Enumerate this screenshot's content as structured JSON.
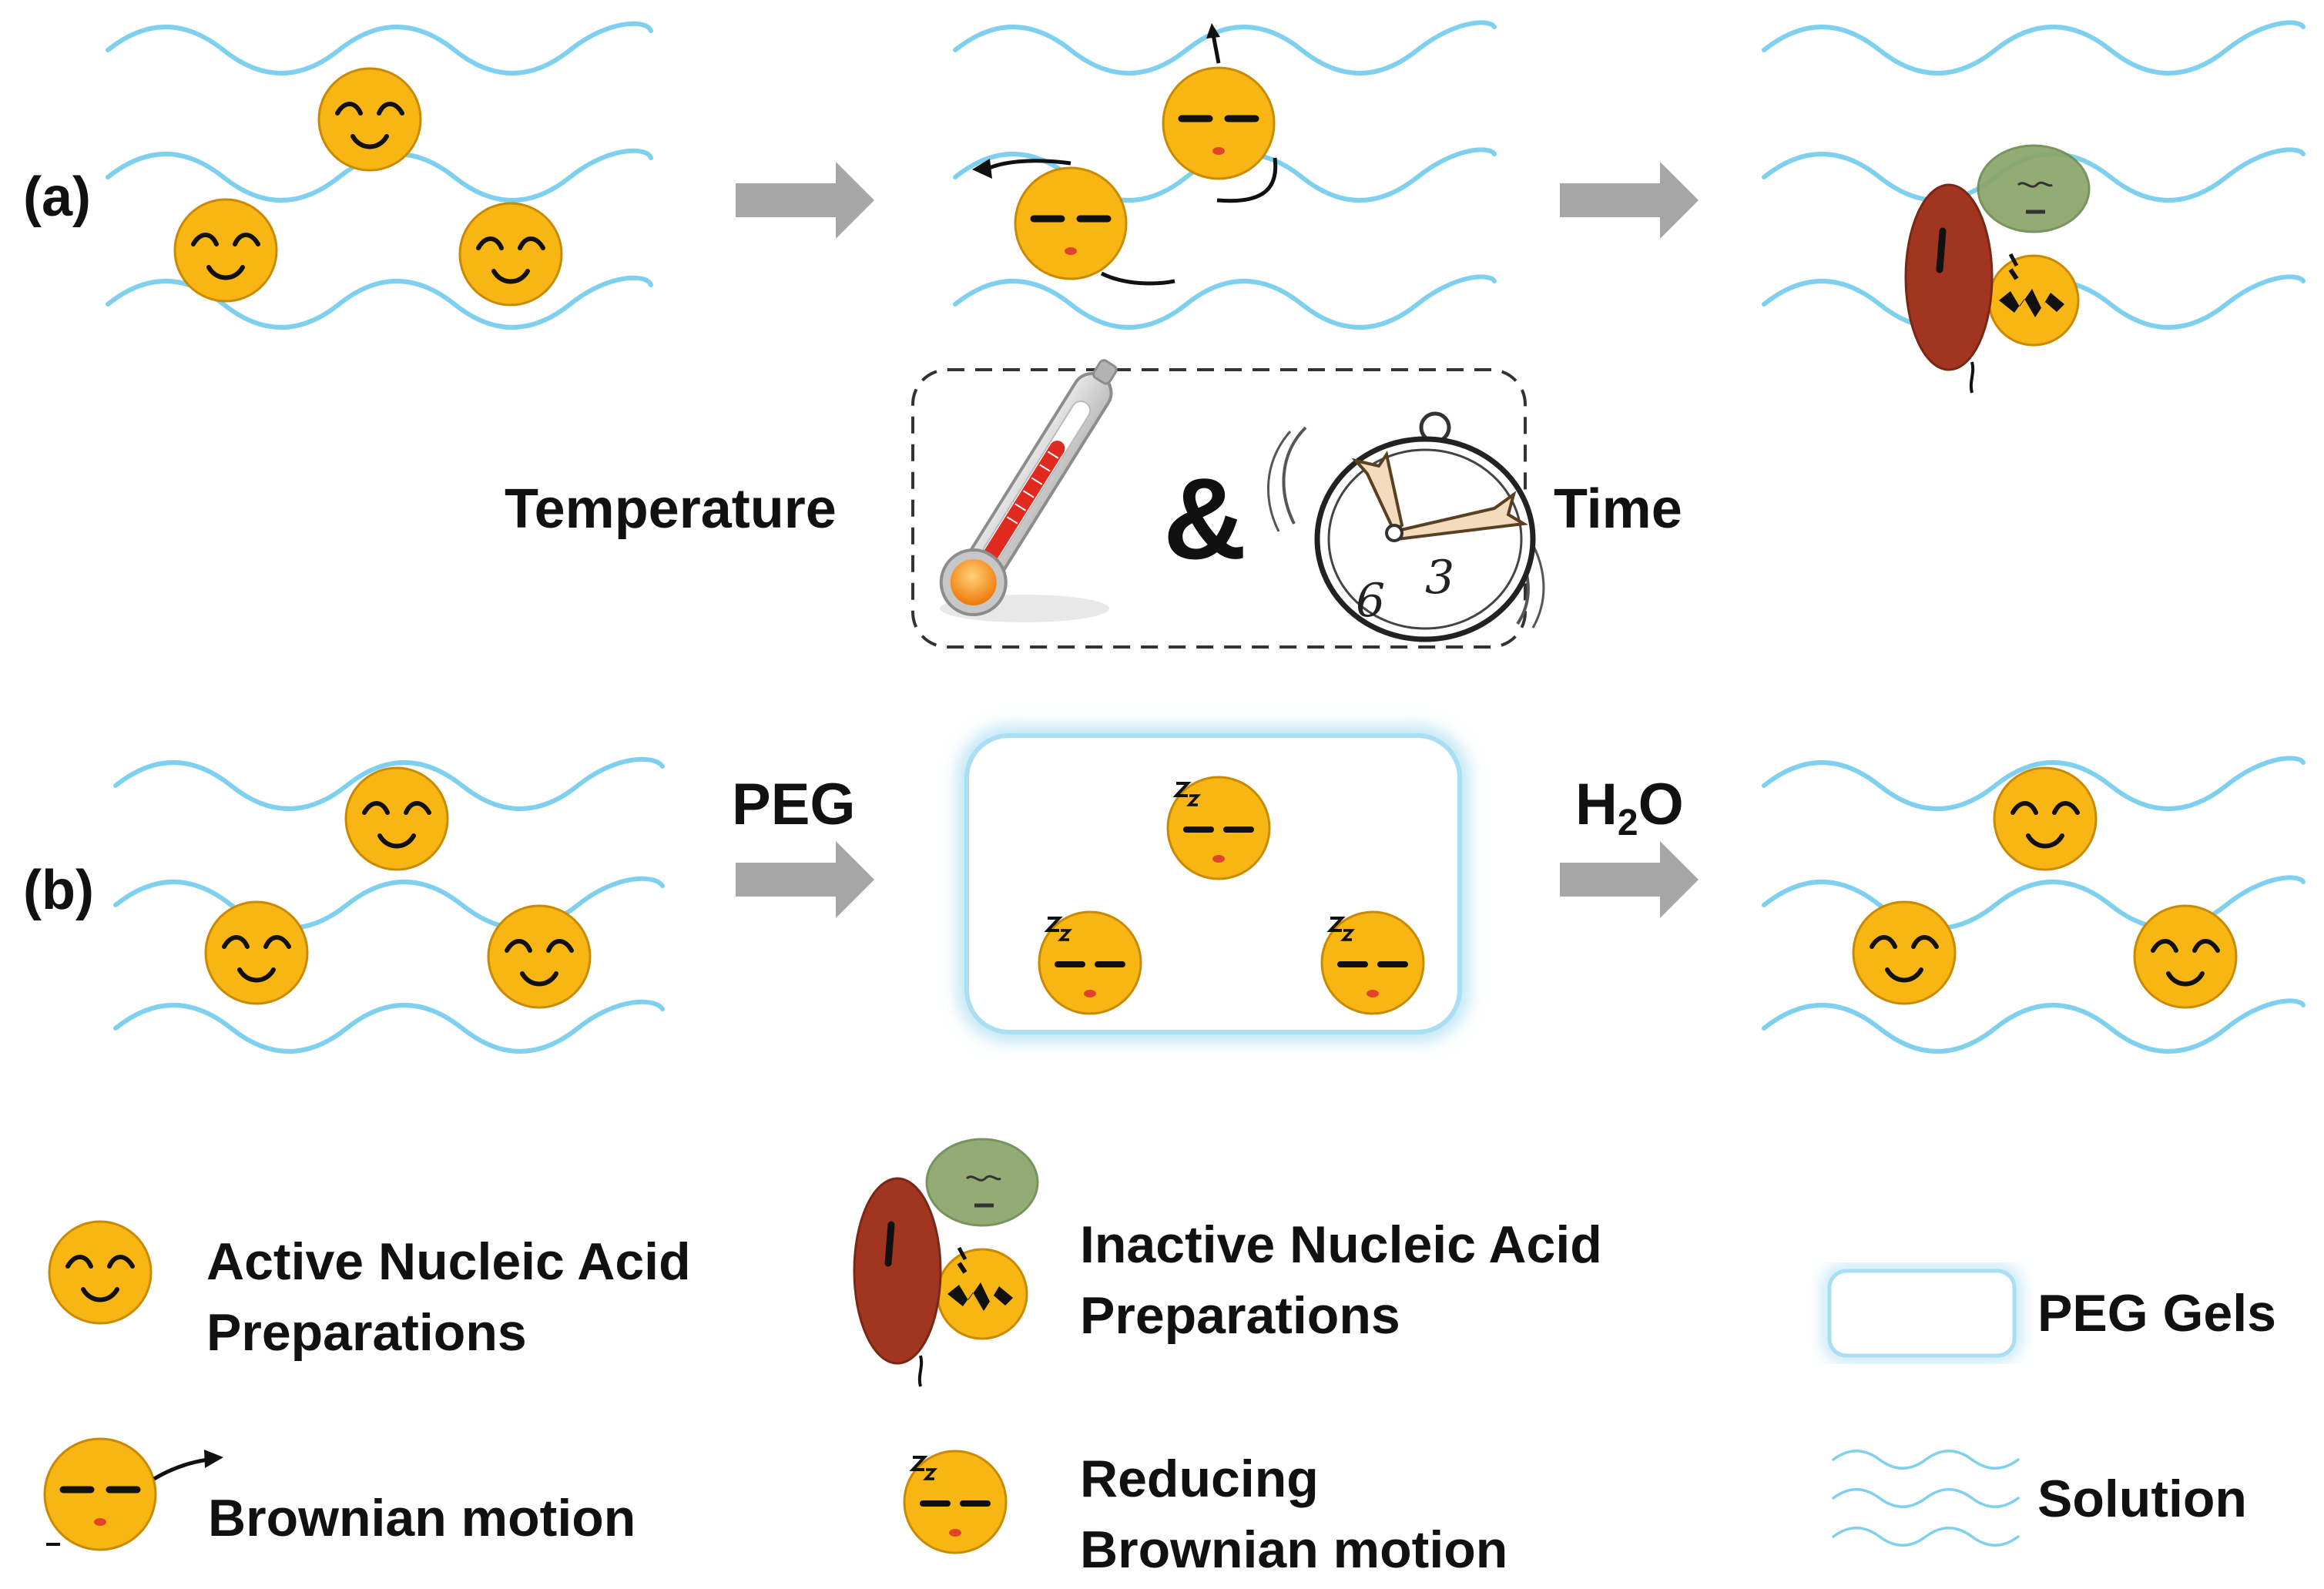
{
  "panel_a": {
    "label": "(a)",
    "condition_left": "Temperature",
    "condition_joiner": "&",
    "condition_right": "Time",
    "clock_numbers": [
      "6",
      "3"
    ]
  },
  "panel_b": {
    "label": "(b)",
    "step1": "PEG",
    "step2_main": "H",
    "step2_sub": "2",
    "step2_end": "O"
  },
  "legend": {
    "active_line1": "Active Nucleic Acid",
    "active_line2": "Preparations",
    "inactive_line1": "Inactive Nucleic Acid",
    "inactive_line2": "Preparations",
    "peg_gels": "PEG Gels",
    "brownian": "Brownian motion",
    "reducing_line1": "Reducing",
    "reducing_line2": "Brownian motion",
    "solution": "Solution"
  },
  "colors": {
    "wave": "#7fd0ee",
    "face": "#f7b614",
    "face_stroke": "#c98a00",
    "arrow": "#a6a6a6",
    "green_blob": "#8aa66a",
    "red_blob": "#a23520",
    "gel_border": "#a9def3"
  }
}
